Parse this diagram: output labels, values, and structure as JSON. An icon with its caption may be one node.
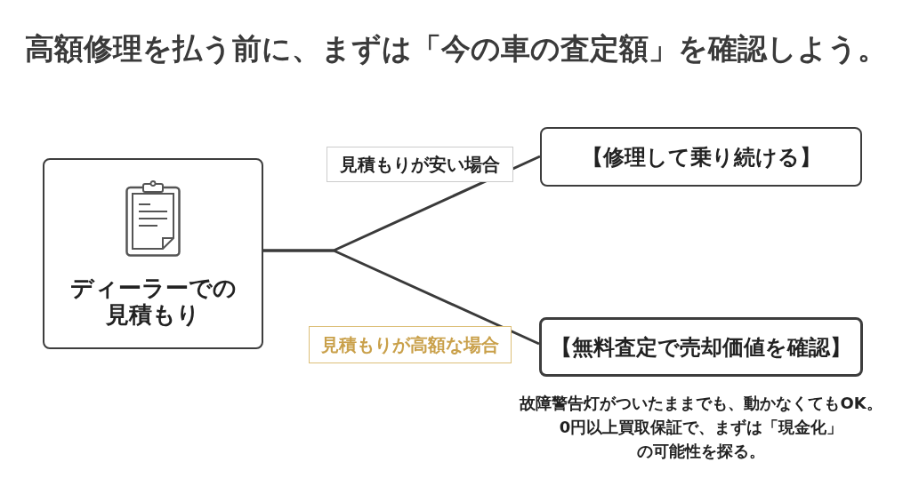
{
  "diagram": {
    "title": "高額修理を払う前に、まずは「今の車の査定額」を確認しよう。",
    "nodes": [
      {
        "text": [
          "ディーラーでの見積もり"
        ]
      },
      {
        "text": [
          "【修理して乗り続ける】"
        ]
      },
      {
        "text": [
          "【無料査定で売却価値を確認】"
        ],
        "beside": [
          "故障警告灯がついたままでも、動かなくてもOK。0円以上買取保証で、まずは「現金化」の可能性を探る。"
        ]
      }
    ],
    "edges": [
      {
        "from": 0,
        "to": 1,
        "arrow": "none",
        "label": "見積もりが安い場合"
      },
      {
        "from": 0,
        "to": 2,
        "arrow": "none",
        "label": "見積もりが高額な場合"
      }
    ]
  }
}
